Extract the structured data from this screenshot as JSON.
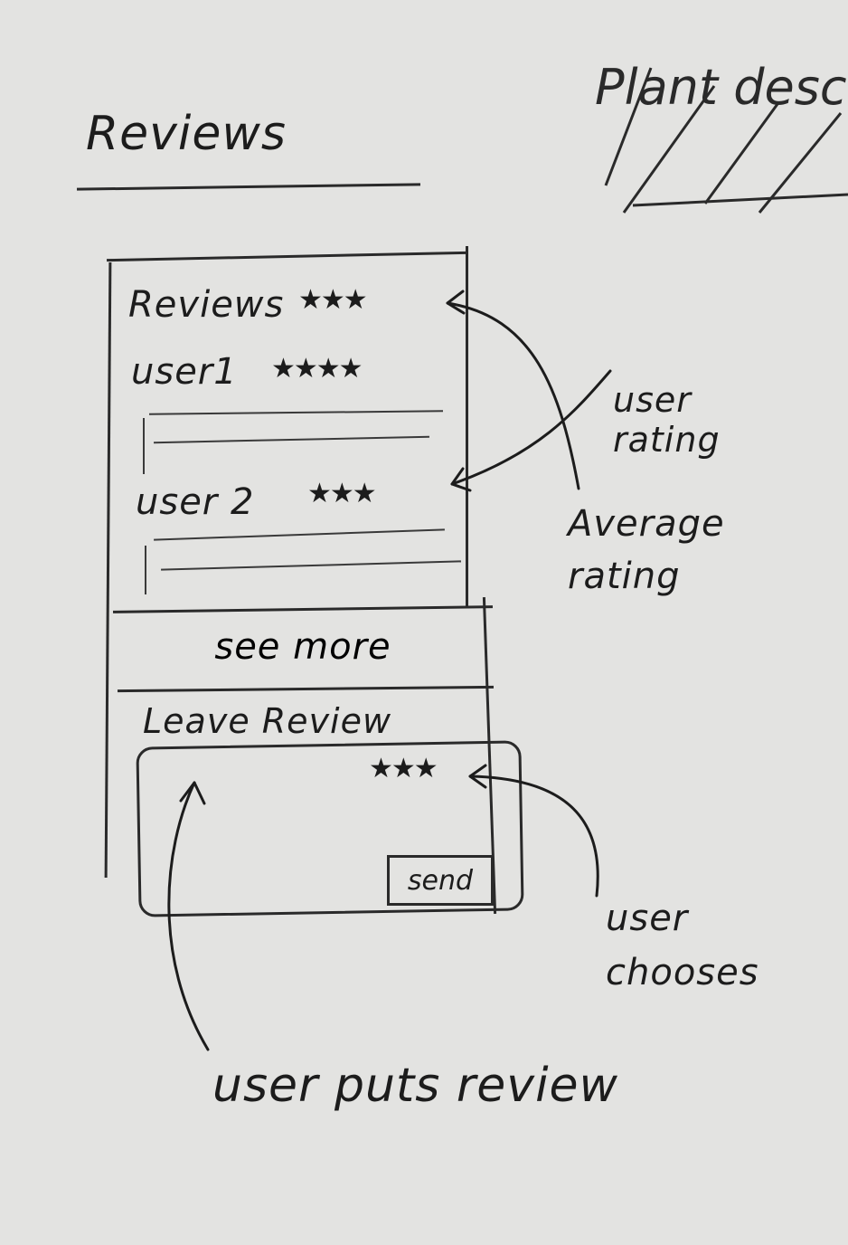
{
  "page_title": "Reviews",
  "corner_scribble": "Plant descript",
  "card": {
    "heading": "Reviews",
    "average_stars": "★★★",
    "reviews": [
      {
        "user": "user1",
        "stars": "★★★★"
      },
      {
        "user": "user 2",
        "stars": "★★★"
      }
    ],
    "see_more_label": "see more",
    "leave_review_label": "Leave Review",
    "picker_stars": "★★★",
    "send_label": "send"
  },
  "annotations": {
    "user_rating": "user rating",
    "average_rating": "Average rating",
    "user_chooses": "user chooses",
    "user_puts_review": "user puts review"
  }
}
